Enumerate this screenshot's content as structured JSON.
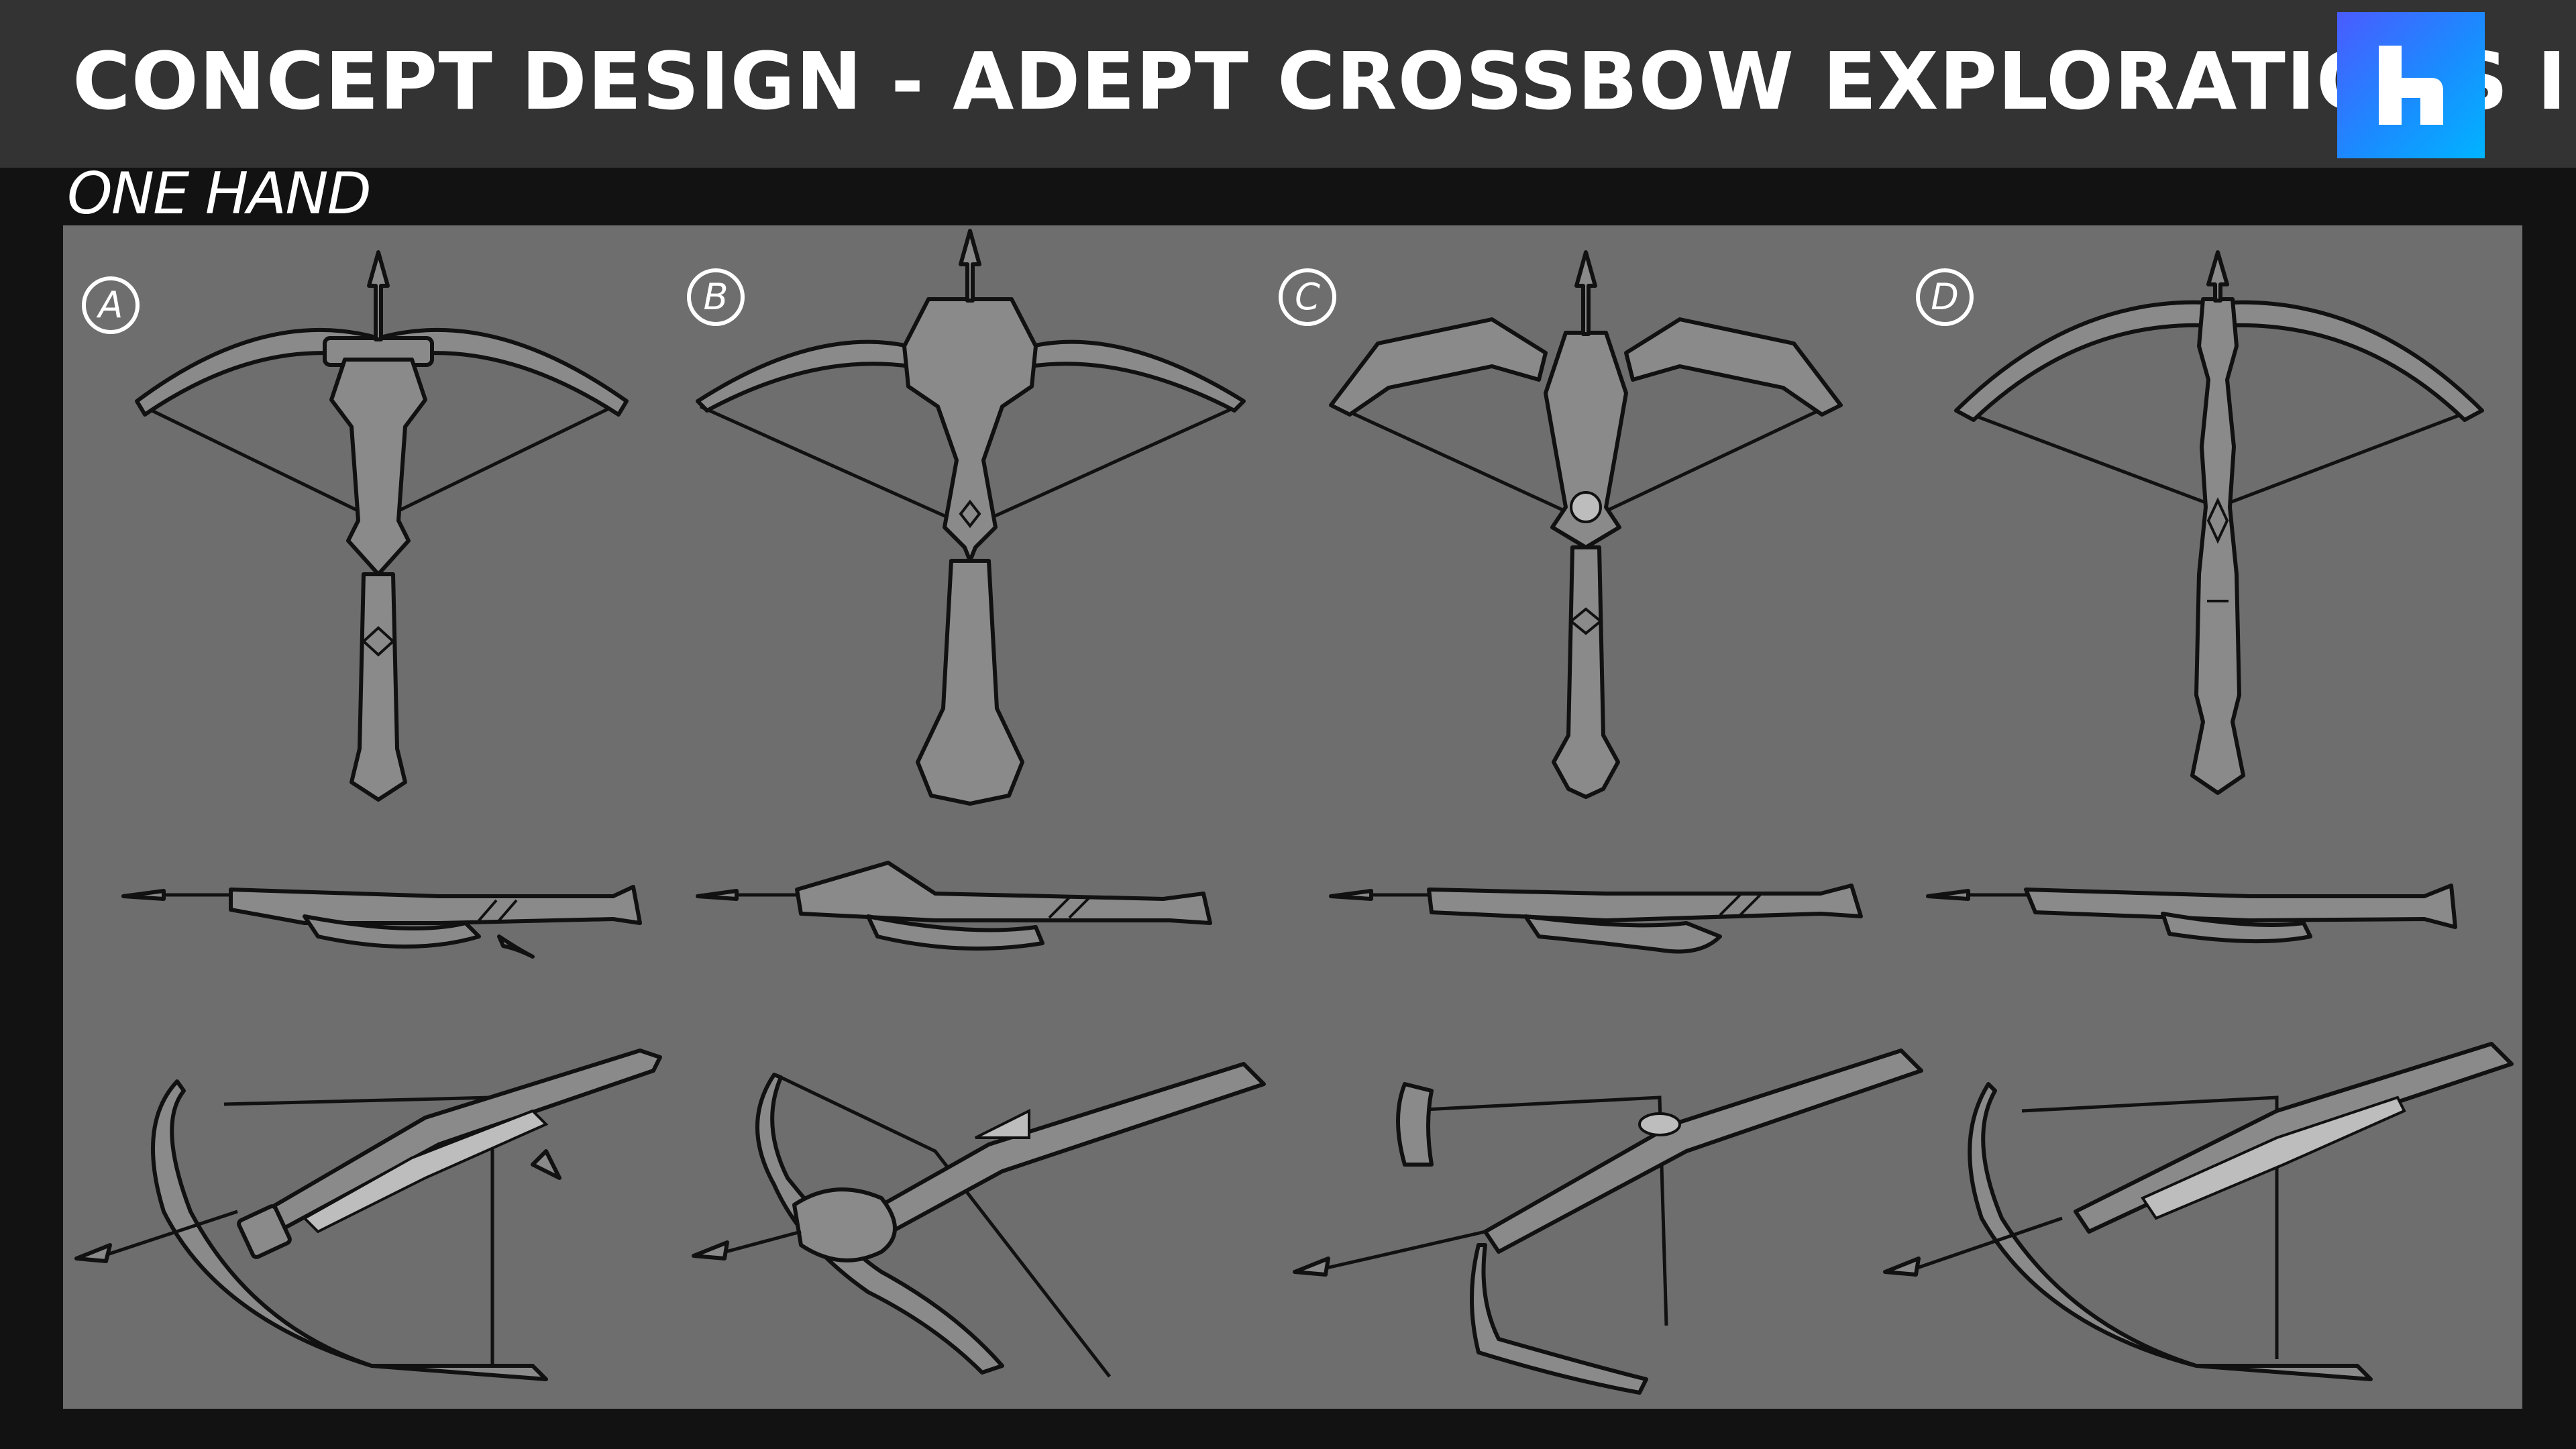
{
  "header": {
    "title": "CONCEPT DESIGN - ADEPT CROSSBOW EXPLORATIONS I",
    "logo_icon": "h-logo-icon",
    "background": "#333333"
  },
  "section": {
    "label": "ONE HAND"
  },
  "canvas": {
    "background": "#6e6e6e",
    "concepts": [
      {
        "label": "A"
      },
      {
        "label": "B"
      },
      {
        "label": "C"
      },
      {
        "label": "D"
      }
    ]
  },
  "colors": {
    "page_bg": "#121212",
    "sketch_fill": "#8a8a8a",
    "sketch_line": "#111111",
    "text": "#ffffff"
  }
}
